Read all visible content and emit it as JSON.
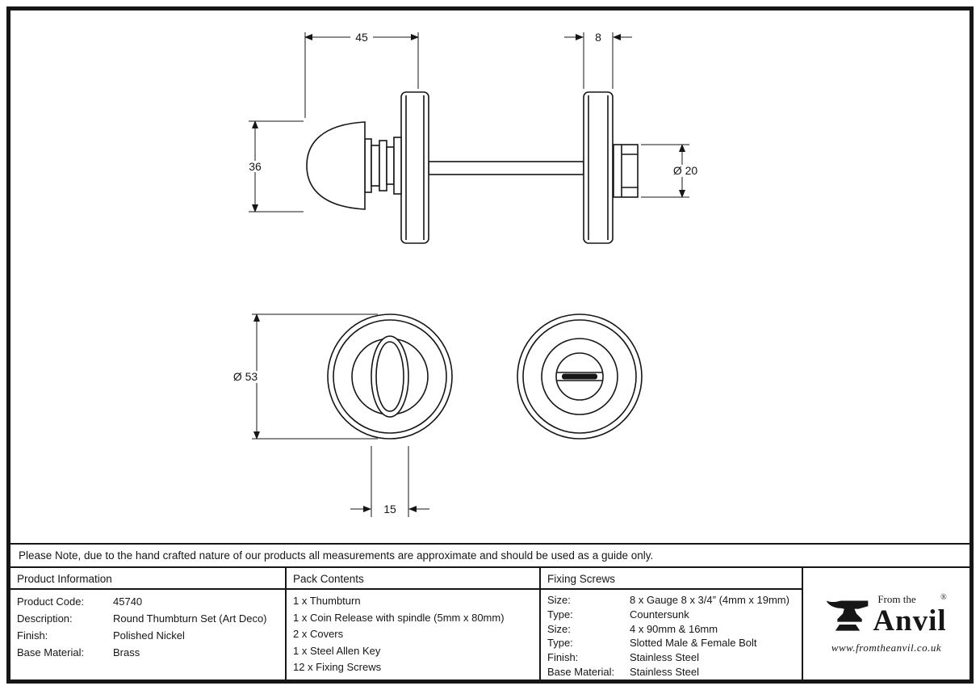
{
  "note": "Please Note, due to the hand crafted nature of our products all measurements are approximate and should be used as a guide only.",
  "drawing": {
    "dim_45": "45",
    "dim_8": "8",
    "dim_36": "36",
    "dim_o20": "Ø 20",
    "dim_o53": "Ø 53",
    "dim_15": "15"
  },
  "table": {
    "product_info": {
      "header": "Product Information",
      "rows": [
        {
          "label": "Product Code:",
          "value": "45740"
        },
        {
          "label": "Description:",
          "value": "Round Thumbturn Set (Art Deco)"
        },
        {
          "label": "Finish:",
          "value": "Polished Nickel"
        },
        {
          "label": "Base Material:",
          "value": "Brass"
        }
      ]
    },
    "pack_contents": {
      "header": "Pack Contents",
      "items": [
        "1 x Thumbturn",
        "1 x Coin Release with spindle (5mm x 80mm)",
        "2 x Covers",
        "1 x Steel Allen Key",
        "12 x Fixing Screws"
      ]
    },
    "fixing_screws": {
      "header": "Fixing Screws",
      "rows": [
        {
          "label": "Size:",
          "value": "8 x Gauge 8 x 3/4” (4mm x 19mm)"
        },
        {
          "label": "Type:",
          "value": "Countersunk"
        },
        {
          "label": "Size:",
          "value": "4 x 90mm & 16mm"
        },
        {
          "label": "Type:",
          "value": "Slotted Male & Female Bolt"
        },
        {
          "label": "Finish:",
          "value": "Stainless Steel"
        },
        {
          "label": "Base Material:",
          "value": "Stainless Steel"
        }
      ]
    }
  },
  "logo": {
    "from_the": "From the",
    "registered": "®",
    "brand": "Anvil",
    "website": "www.fromtheanvil.co.uk"
  }
}
